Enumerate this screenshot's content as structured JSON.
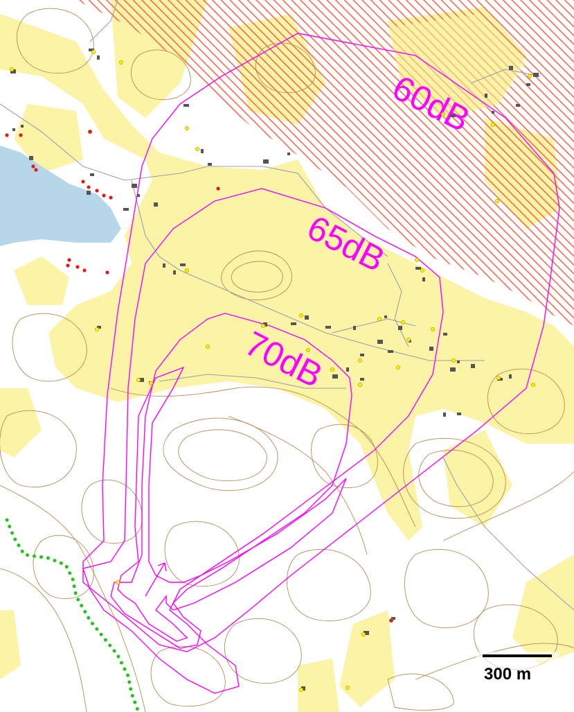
{
  "map": {
    "colors": {
      "background": "#ffffff",
      "open_land": "#fbf3a6",
      "water": "#b6d6ea",
      "hatch_zone": "#f26b50",
      "contour": "#b98a55",
      "noise_contour": "#ff00ff",
      "trail": "#22c41b",
      "building": "#555555",
      "marker_yellow": "#ffee00",
      "marker_red": "#e31a1c"
    },
    "noise_contours": [
      {
        "label": "60dB"
      },
      {
        "label": "65dB"
      },
      {
        "label": "70dB"
      }
    ],
    "scale_bar": {
      "label": "300 m"
    },
    "icons": {
      "flight_direction": "arrow-icon",
      "yellow_points": "yellow-dot-markers",
      "red_points": "red-dot-markers"
    }
  }
}
